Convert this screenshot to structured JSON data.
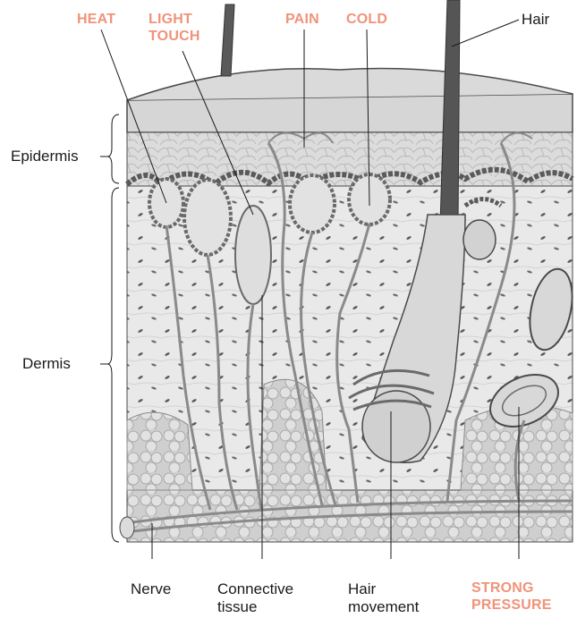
{
  "receptor_labels": {
    "heat": "HEAT",
    "light_touch": [
      "LIGHT",
      "TOUCH"
    ],
    "pain": "PAIN",
    "cold": "COLD",
    "strong_pressure": [
      "STRONG",
      "PRESSURE"
    ]
  },
  "structure_labels": {
    "hair": "Hair",
    "epidermis": "Epidermis",
    "dermis": "Dermis",
    "nerve": "Nerve",
    "connective_tissue": [
      "Connective",
      "tissue"
    ],
    "hair_movement": [
      "Hair",
      "movement"
    ]
  },
  "colors": {
    "receptor_label": "#f0937a",
    "tissue_fill": "#e6e6e6",
    "outline": "#4a4a4a"
  }
}
